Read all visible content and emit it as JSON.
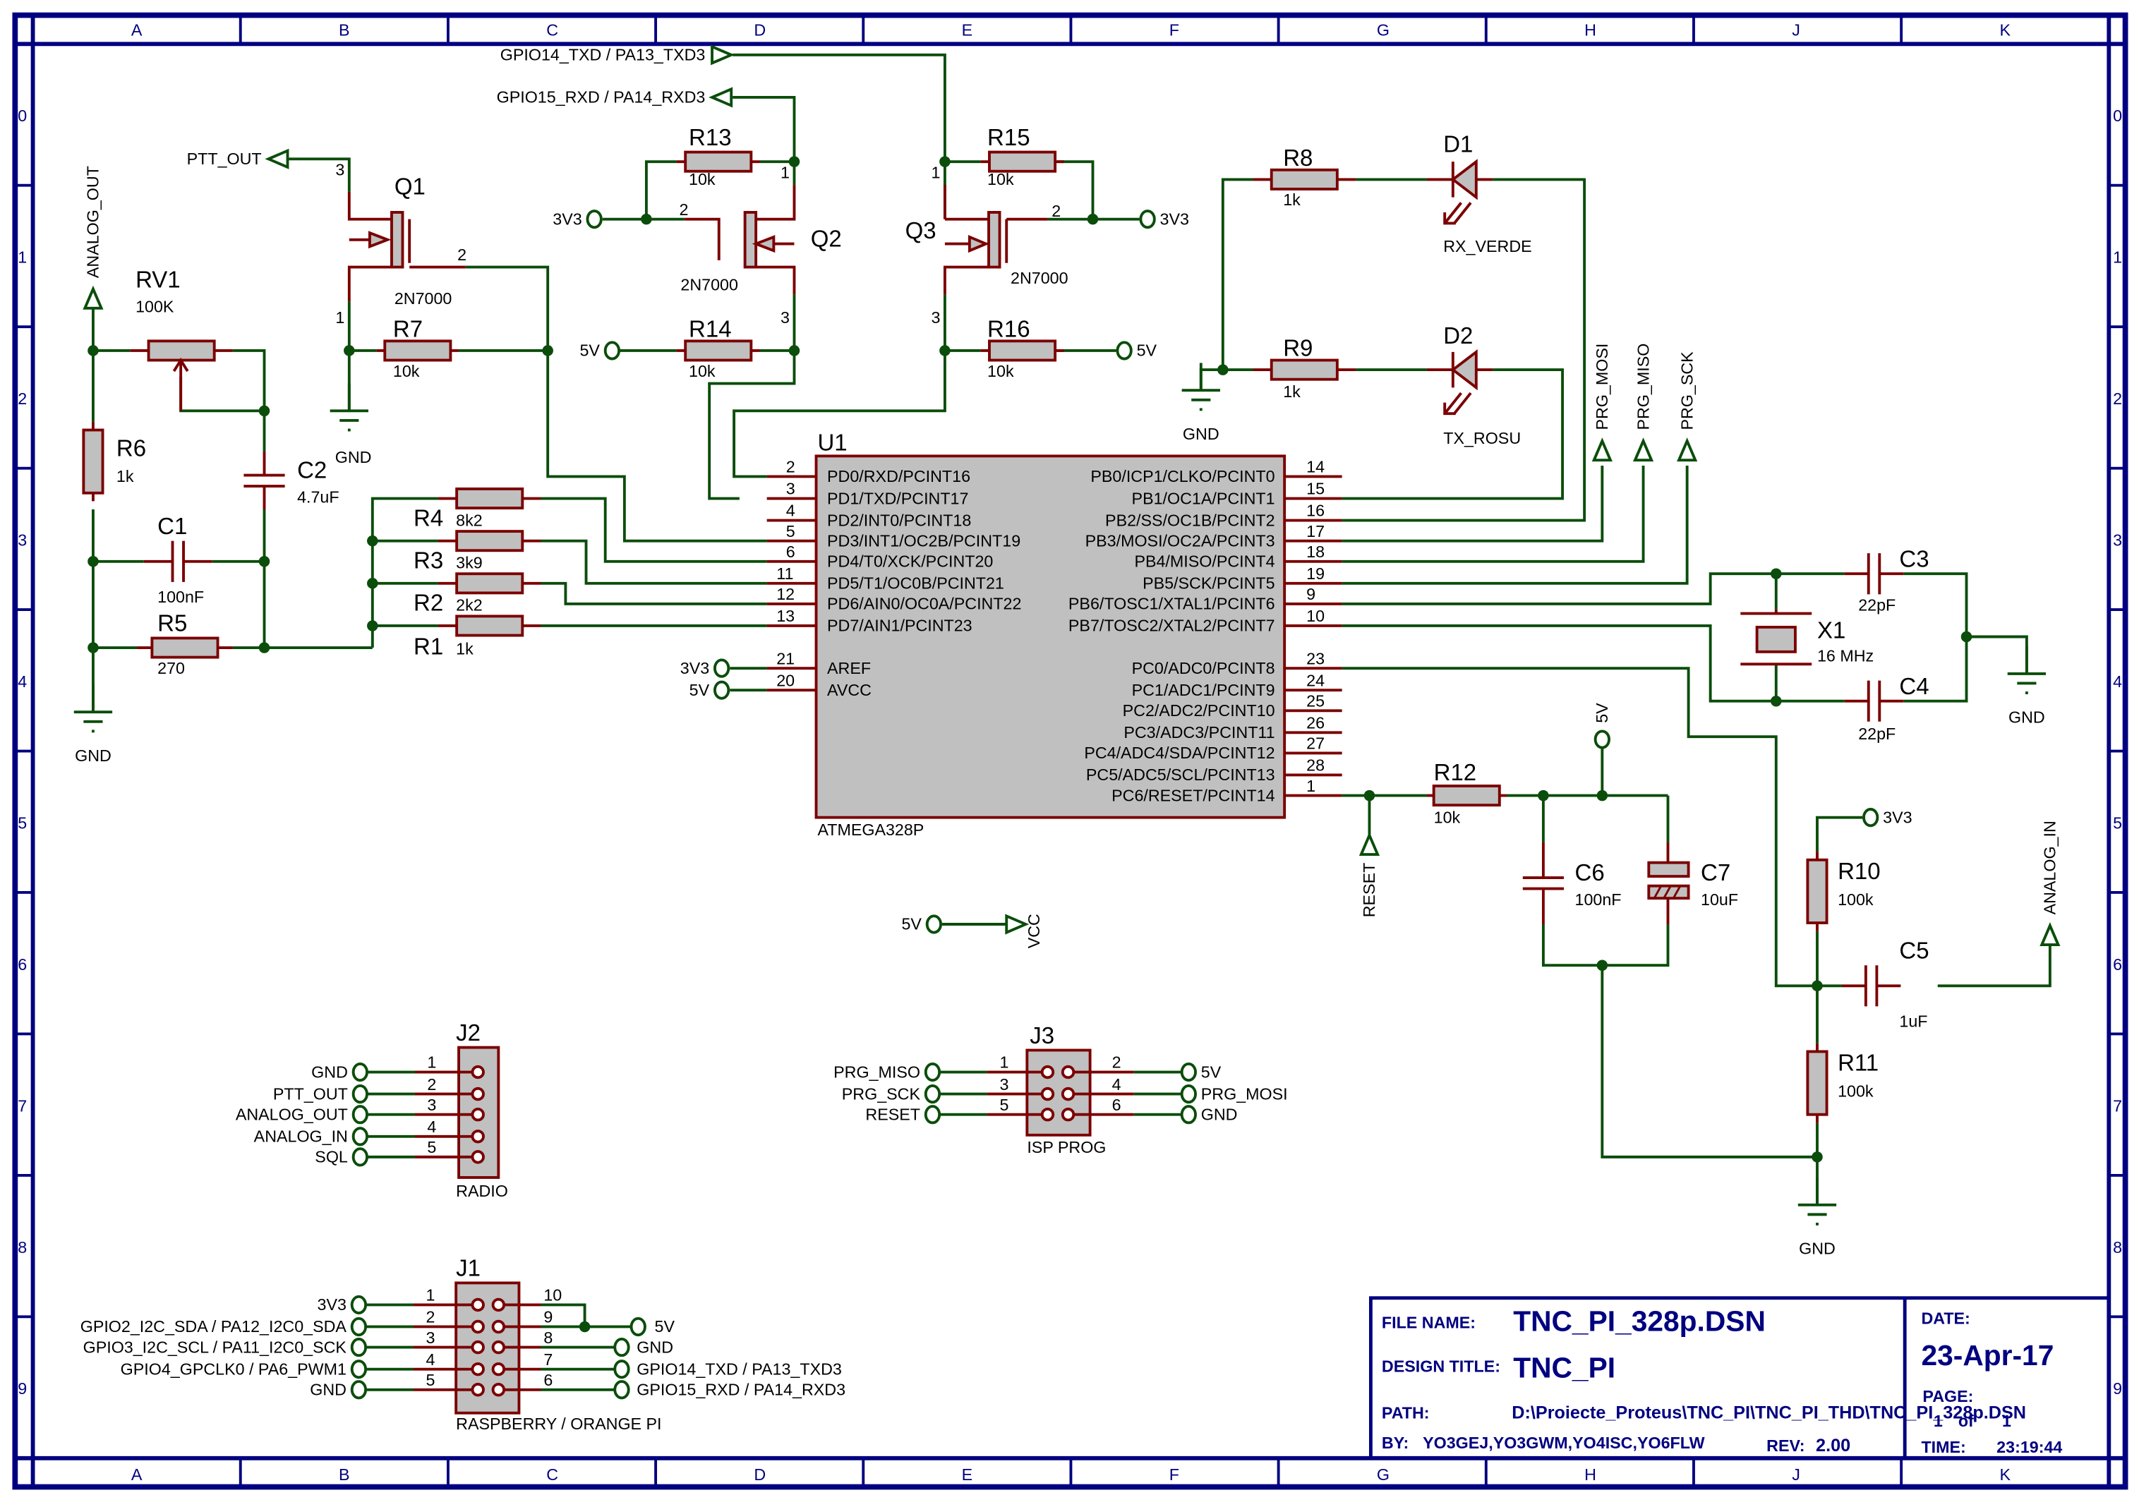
{
  "sheet": {
    "columns": [
      "A",
      "B",
      "C",
      "D",
      "E",
      "F",
      "G",
      "H",
      "J",
      "K"
    ],
    "rows": [
      "0",
      "1",
      "2",
      "3",
      "4",
      "5",
      "6",
      "7",
      "8",
      "9"
    ],
    "colors": {
      "frame": "#000080",
      "wire": "#0b4d0b",
      "component": "#7b0000",
      "fill": "#c0c0c0"
    }
  },
  "title_block": {
    "file_name_label": "FILE NAME:",
    "file_name": "TNC_PI_328p.DSN",
    "design_title_label": "DESIGN TITLE:",
    "design_title": "TNC_PI",
    "path_label": "PATH:",
    "path": "D:\\Proiecte_Proteus\\TNC_PI\\TNC_PI_THD\\TNC_PI_328p.DSN",
    "by_label": "BY:",
    "by": "YO3GEJ,YO3GWM,YO4ISC,YO6FLW",
    "rev_label": "REV:",
    "rev": "2.00",
    "date_label": "DATE:",
    "date": "23-Apr-17",
    "page_label": "PAGE:",
    "page": "1",
    "page_of": "of",
    "page_total": "1",
    "time_label": "TIME:",
    "time": "23:19:44"
  },
  "nets": {
    "gpio14": "GPIO14_TXD / PA13_TXD3",
    "gpio15": "GPIO15_RXD / PA14_RXD3",
    "ptt_out": "PTT_OUT",
    "analog_out": "ANALOG_OUT",
    "analog_in": "ANALOG_IN",
    "prg_mosi": "PRG_MOSI",
    "prg_miso": "PRG_MISO",
    "prg_sck": "PRG_SCK",
    "reset": "RESET",
    "vcc": "VCC",
    "gnd": "GND",
    "v33": "3V3",
    "v5": "5V"
  },
  "components": {
    "Q1": {
      "ref": "Q1",
      "value": "2N7000",
      "pins": [
        "3",
        "2",
        "1"
      ]
    },
    "Q2": {
      "ref": "Q2",
      "value": "2N7000",
      "pins": [
        "1",
        "2",
        "3"
      ]
    },
    "Q3": {
      "ref": "Q3",
      "value": "2N7000",
      "pins": [
        "1",
        "2",
        "3"
      ]
    },
    "RV1": {
      "ref": "RV1",
      "value": "100K"
    },
    "R1": {
      "ref": "R1",
      "value": "1k"
    },
    "R2": {
      "ref": "R2",
      "value": "2k2"
    },
    "R3": {
      "ref": "R3",
      "value": "3k9"
    },
    "R4": {
      "ref": "R4",
      "value": "8k2"
    },
    "R5": {
      "ref": "R5",
      "value": "270"
    },
    "R6": {
      "ref": "R6",
      "value": "1k"
    },
    "R7": {
      "ref": "R7",
      "value": "10k"
    },
    "R8": {
      "ref": "R8",
      "value": "1k"
    },
    "R9": {
      "ref": "R9",
      "value": "1k"
    },
    "R10": {
      "ref": "R10",
      "value": "100k"
    },
    "R11": {
      "ref": "R11",
      "value": "100k"
    },
    "R12": {
      "ref": "R12",
      "value": "10k"
    },
    "R13": {
      "ref": "R13",
      "value": "10k"
    },
    "R14": {
      "ref": "R14",
      "value": "10k"
    },
    "R15": {
      "ref": "R15",
      "value": "10k"
    },
    "R16": {
      "ref": "R16",
      "value": "10k"
    },
    "C1": {
      "ref": "C1",
      "value": "100nF"
    },
    "C2": {
      "ref": "C2",
      "value": "4.7uF"
    },
    "C3": {
      "ref": "C3",
      "value": "22pF"
    },
    "C4": {
      "ref": "C4",
      "value": "22pF"
    },
    "C5": {
      "ref": "C5",
      "value": "1uF"
    },
    "C6": {
      "ref": "C6",
      "value": "100nF"
    },
    "C7": {
      "ref": "C7",
      "value": "10uF"
    },
    "D1": {
      "ref": "D1",
      "value": "RX_VERDE"
    },
    "D2": {
      "ref": "D2",
      "value": "TX_ROSU"
    },
    "X1": {
      "ref": "X1",
      "value": "16 MHz"
    },
    "U1": {
      "ref": "U1",
      "value": "ATMEGA328P",
      "left_pins": [
        {
          "num": "2",
          "name": "PD0/RXD/PCINT16"
        },
        {
          "num": "3",
          "name": "PD1/TXD/PCINT17"
        },
        {
          "num": "4",
          "name": "PD2/INT0/PCINT18"
        },
        {
          "num": "5",
          "name": "PD3/INT1/OC2B/PCINT19"
        },
        {
          "num": "6",
          "name": "PD4/T0/XCK/PCINT20"
        },
        {
          "num": "11",
          "name": "PD5/T1/OC0B/PCINT21"
        },
        {
          "num": "12",
          "name": "PD6/AIN0/OC0A/PCINT22"
        },
        {
          "num": "13",
          "name": "PD7/AIN1/PCINT23"
        }
      ],
      "left_power_pins": [
        {
          "num": "21",
          "name": "AREF",
          "net": "3V3"
        },
        {
          "num": "20",
          "name": "AVCC",
          "net": "5V"
        }
      ],
      "right_pins": [
        {
          "num": "14",
          "name": "PB0/ICP1/CLKO/PCINT0"
        },
        {
          "num": "15",
          "name": "PB1/OC1A/PCINT1"
        },
        {
          "num": "16",
          "name": "PB2/SS/OC1B/PCINT2"
        },
        {
          "num": "17",
          "name": "PB3/MOSI/OC2A/PCINT3"
        },
        {
          "num": "18",
          "name": "PB4/MISO/PCINT4"
        },
        {
          "num": "19",
          "name": "PB5/SCK/PCINT5"
        },
        {
          "num": "9",
          "name": "PB6/TOSC1/XTAL1/PCINT6"
        },
        {
          "num": "10",
          "name": "PB7/TOSC2/XTAL2/PCINT7"
        }
      ],
      "right_pins_c": [
        {
          "num": "23",
          "name": "PC0/ADC0/PCINT8"
        },
        {
          "num": "24",
          "name": "PC1/ADC1/PCINT9"
        },
        {
          "num": "25",
          "name": "PC2/ADC2/PCINT10"
        },
        {
          "num": "26",
          "name": "PC3/ADC3/PCINT11"
        },
        {
          "num": "27",
          "name": "PC4/ADC4/SDA/PCINT12"
        },
        {
          "num": "28",
          "name": "PC5/ADC5/SCL/PCINT13"
        },
        {
          "num": "1",
          "name": "PC6/RESET/PCINT14"
        }
      ]
    },
    "J2": {
      "ref": "J2",
      "value": "RADIO",
      "pins": [
        {
          "num": "1",
          "net": "GND"
        },
        {
          "num": "2",
          "net": "PTT_OUT"
        },
        {
          "num": "3",
          "net": "ANALOG_OUT"
        },
        {
          "num": "4",
          "net": "ANALOG_IN"
        },
        {
          "num": "5",
          "net": "SQL"
        }
      ]
    },
    "J3": {
      "ref": "J3",
      "value": "ISP PROG",
      "left": [
        {
          "num": "1",
          "net": "PRG_MISO"
        },
        {
          "num": "3",
          "net": "PRG_SCK"
        },
        {
          "num": "5",
          "net": "RESET"
        }
      ],
      "right": [
        {
          "num": "2",
          "net": "5V"
        },
        {
          "num": "4",
          "net": "PRG_MOSI"
        },
        {
          "num": "6",
          "net": "GND"
        }
      ]
    },
    "J1": {
      "ref": "J1",
      "value": "RASPBERRY / ORANGE PI",
      "left": [
        {
          "num": "1",
          "net": "3V3"
        },
        {
          "num": "2",
          "net": "GPIO2_I2C_SDA / PA12_I2C0_SDA"
        },
        {
          "num": "3",
          "net": "GPIO3_I2C_SCL / PA11_I2C0_SCK"
        },
        {
          "num": "4",
          "net": "GPIO4_GPCLK0 / PA6_PWM1"
        },
        {
          "num": "5",
          "net": "GND"
        }
      ],
      "right": [
        {
          "num": "10",
          "net": ""
        },
        {
          "num": "9",
          "net": "5V"
        },
        {
          "num": "8",
          "net": "GND"
        },
        {
          "num": "7",
          "net": "GPIO14_TXD / PA13_TXD3"
        },
        {
          "num": "6",
          "net": "GPIO15_RXD / PA14_RXD3"
        }
      ]
    }
  }
}
